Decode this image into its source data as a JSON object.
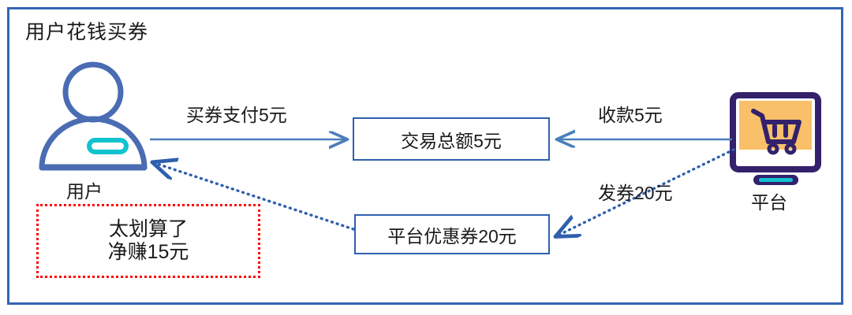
{
  "diagram": {
    "title": "用户花钱买券",
    "frame_color": "#3465b4",
    "nodes": [
      {
        "id": "user",
        "icon": "user-avatar-icon",
        "caption": "用户",
        "icon_outline_color": "#4a6cb3",
        "icon_accent_color": "#11c2cf"
      },
      {
        "id": "platform",
        "icon": "shopping-cart-monitor-icon",
        "caption": "平台",
        "icon_outline_color": "#33216b",
        "icon_screen_color": "#f9c06a",
        "icon_accent_color": "#11c2cf"
      }
    ],
    "boxes": [
      {
        "id": "transaction",
        "label": "交易总额5元",
        "border_color": "#2f5fae"
      },
      {
        "id": "coupon",
        "label": "平台优惠券20元",
        "border_color": "#2f5fae"
      }
    ],
    "callout": {
      "line1": "太划算了",
      "line2": "净赚15元",
      "border_color": "#ff0000",
      "border_style": "dotted"
    },
    "edges": [
      {
        "id": "pay",
        "label": "买券支付5元",
        "from": "user",
        "to": "transaction",
        "style": "solid",
        "color": "#4a7ebb"
      },
      {
        "id": "receive",
        "label": "收款5元",
        "from": "platform",
        "to": "transaction",
        "style": "solid",
        "color": "#4a7ebb"
      },
      {
        "id": "issue",
        "label": "发券20元",
        "from": "platform",
        "to": "coupon",
        "style": "dotted",
        "color": "#2f5fae"
      },
      {
        "id": "benefit",
        "label": "",
        "from": "coupon",
        "to": "user",
        "style": "dotted",
        "color": "#2f5fae"
      }
    ]
  }
}
